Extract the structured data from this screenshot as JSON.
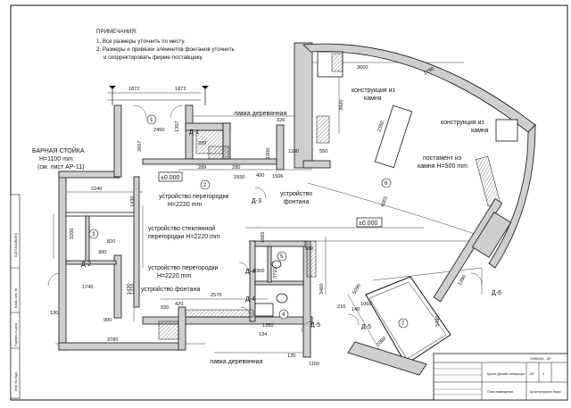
{
  "notes": {
    "title": "ПРИМЕЧАНИЯ:",
    "line1": "1. Все размеры уточнить по месту.",
    "line2": "2. Размеры и привязки элементов фонтанов уточнить",
    "line3": "и скорректировать фирме-поставщику."
  },
  "labels": {
    "lavka_top": "лавка деревянная",
    "lavka_bottom": "лавка деревянная",
    "bar_title": "БАРНАЯ СТОЙКА",
    "bar_h": "Н=1100 mm",
    "bar_ref": "(см. лист АР-11)",
    "part1_a": "устройство перегородки",
    "part1_b": "Н=2220 mm",
    "glass_a": "устройство стеклянной",
    "glass_b": "перегородки Н=2220 mm",
    "part2_a": "устройство перегородки",
    "part2_b": "Н=2220 mm",
    "fountain_low": "устройство фонтана",
    "fountain_mid_a": "устройство",
    "fountain_mid_b": "фонтана",
    "kamin1_a": "конструкция из",
    "kamin1_b": "камня",
    "kamin2_a": "конструкция из",
    "kamin2_b": "камня",
    "post_a": "постамент из",
    "post_b": "камня Н=500 mm"
  },
  "levels": {
    "left": "±0.000",
    "center": "±0.000"
  },
  "doors": {
    "d1": "Д-1",
    "d2": "Д-2",
    "d3": "Д-3",
    "d4a": "Д-4",
    "d4b": "Д-4",
    "d5a": "Д-5",
    "d5b": "Д-5",
    "d6": "Д-6"
  },
  "rooms": {
    "r1": "1",
    "r2": "2",
    "r3": "3",
    "r4": "4",
    "r5": "5",
    "r6": "6",
    "r7": "7"
  },
  "dims": {
    "d1872a": "1872",
    "d1872b": "1872",
    "d2450": "2450",
    "d2657": "2657",
    "d1357": "1357",
    "d326": "326",
    "d289a": "289",
    "d289b": "289",
    "d1000": "1000",
    "d280": "280",
    "d1100": "1100",
    "d1506": "1506",
    "d400": "400",
    "d2930": "2930",
    "d2240": "2240",
    "d1430a": "1430",
    "d1430b": "1430",
    "d3200": "3200",
    "d900a": "900",
    "d900b": "900",
    "d1740": "1740",
    "d1310": "1310",
    "d2570": "2570",
    "d3780": "3780",
    "d1150": "1150",
    "d125": "125",
    "d134": "134",
    "d3400": "3400",
    "d6001": "6001",
    "d3600": "3600",
    "d1790": "1790",
    "d3920": "3920",
    "d2350": "2350",
    "d550a": "550",
    "d550b": "550",
    "d1665": "1665",
    "d3710": "3710",
    "d5090": "5090",
    "d3490": "3490",
    "d2080": "2080",
    "d1390": "1390",
    "d140": "140",
    "d210": "210",
    "d1060": "1060",
    "d3300": "3300",
    "d1350": "1350",
    "d930": "930",
    "d420": "420",
    "d130": "130",
    "d820": "820"
  },
  "sidebar": {
    "approved": "СОГЛАСОВАНО",
    "inv1": "Взам. инв. №",
    "sign": "Подпись и дата",
    "inv2": "Инв. № подл."
  },
  "titleblock": {
    "code": "2006/02А - АР",
    "name": "Кухня: Дизайн интерьера",
    "sheet_name": "План помещения",
    "stage": "АР",
    "sheet": "3",
    "org": "Архитектурное бюро"
  }
}
